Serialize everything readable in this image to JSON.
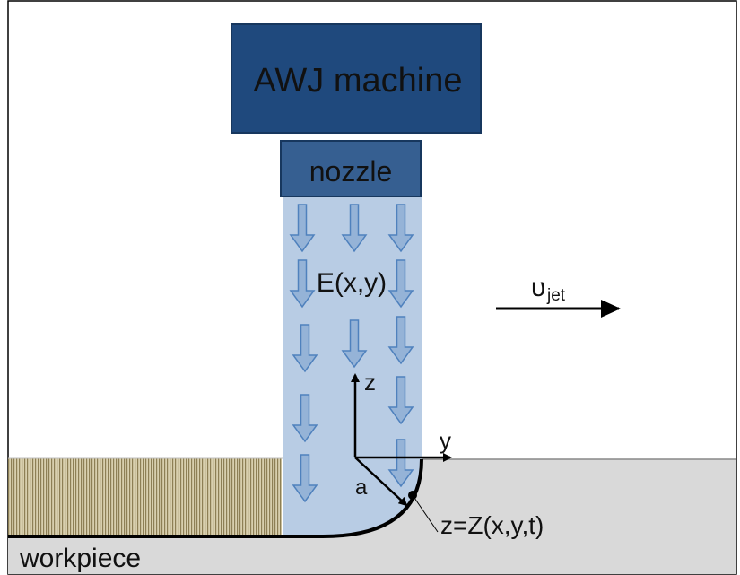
{
  "diagram": {
    "machine_label": "AWJ machine",
    "nozzle_label": "nozzle",
    "energy_label": "E(x,y)",
    "velocity_symbol": "υ",
    "velocity_subscript": "jet",
    "axis_z": "z",
    "axis_y": "y",
    "radius_label": "a",
    "surface_equation": "z=Z(x,y,t)",
    "workpiece_label": "workpiece"
  },
  "colors": {
    "machine_fill": "#1f497d",
    "nozzle_fill": "#365f91",
    "jet_fill": "#b8cce4",
    "jet_arrow": "#95b3d7",
    "jet_arrow_stroke": "#4f81bd",
    "workpiece_fill": "#d9d9d9",
    "kerf_texture": "#a39468"
  }
}
